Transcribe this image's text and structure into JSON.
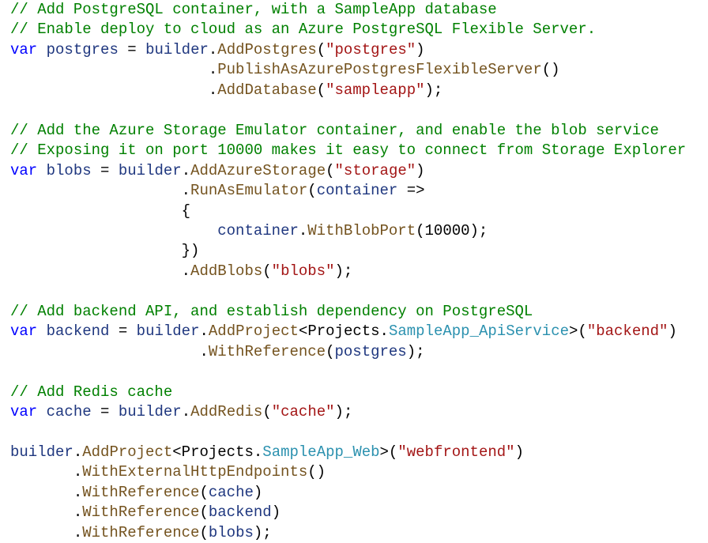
{
  "colors": {
    "comment": "#008000",
    "keyword": "#0000ff",
    "variable": "#1f377f",
    "method": "#74531f",
    "string": "#a31515",
    "type": "#2b91af",
    "plain": "#000000"
  },
  "code_lines": [
    [
      [
        "c",
        "// Add PostgreSQL container, with a SampleApp database"
      ]
    ],
    [
      [
        "c",
        "// Enable deploy to cloud as an Azure PostgreSQL Flexible Server."
      ]
    ],
    [
      [
        "k",
        "var"
      ],
      [
        "p",
        " "
      ],
      [
        "v",
        "postgres"
      ],
      [
        "p",
        " = "
      ],
      [
        "v",
        "builder"
      ],
      [
        "p",
        "."
      ],
      [
        "m",
        "AddPostgres"
      ],
      [
        "p",
        "("
      ],
      [
        "s",
        "\"postgres\""
      ],
      [
        "p",
        ")"
      ]
    ],
    [
      [
        "p",
        "                      ."
      ],
      [
        "m",
        "PublishAsAzurePostgresFlexibleServer"
      ],
      [
        "p",
        "()"
      ]
    ],
    [
      [
        "p",
        "                      ."
      ],
      [
        "m",
        "AddDatabase"
      ],
      [
        "p",
        "("
      ],
      [
        "s",
        "\"sampleapp\""
      ],
      [
        "p",
        ");"
      ]
    ],
    [],
    [
      [
        "c",
        "// Add the Azure Storage Emulator container, and enable the blob service"
      ]
    ],
    [
      [
        "c",
        "// Exposing it on port 10000 makes it easy to connect from Storage Explorer"
      ]
    ],
    [
      [
        "k",
        "var"
      ],
      [
        "p",
        " "
      ],
      [
        "v",
        "blobs"
      ],
      [
        "p",
        " = "
      ],
      [
        "v",
        "builder"
      ],
      [
        "p",
        "."
      ],
      [
        "m",
        "AddAzureStorage"
      ],
      [
        "p",
        "("
      ],
      [
        "s",
        "\"storage\""
      ],
      [
        "p",
        ")"
      ]
    ],
    [
      [
        "p",
        "                   ."
      ],
      [
        "m",
        "RunAsEmulator"
      ],
      [
        "p",
        "("
      ],
      [
        "v",
        "container"
      ],
      [
        "p",
        " =>"
      ]
    ],
    [
      [
        "p",
        "                   {"
      ]
    ],
    [
      [
        "p",
        "                       "
      ],
      [
        "v",
        "container"
      ],
      [
        "p",
        "."
      ],
      [
        "m",
        "WithBlobPort"
      ],
      [
        "p",
        "(10000);"
      ]
    ],
    [
      [
        "p",
        "                   })"
      ]
    ],
    [
      [
        "p",
        "                   ."
      ],
      [
        "m",
        "AddBlobs"
      ],
      [
        "p",
        "("
      ],
      [
        "s",
        "\"blobs\""
      ],
      [
        "p",
        ");"
      ]
    ],
    [],
    [
      [
        "c",
        "// Add backend API, and establish dependency on PostgreSQL"
      ]
    ],
    [
      [
        "k",
        "var"
      ],
      [
        "p",
        " "
      ],
      [
        "v",
        "backend"
      ],
      [
        "p",
        " = "
      ],
      [
        "v",
        "builder"
      ],
      [
        "p",
        "."
      ],
      [
        "m",
        "AddProject"
      ],
      [
        "p",
        "<Projects."
      ],
      [
        "t",
        "SampleApp_ApiService"
      ],
      [
        "p",
        ">("
      ],
      [
        "s",
        "\"backend\""
      ],
      [
        "p",
        ")"
      ]
    ],
    [
      [
        "p",
        "                     ."
      ],
      [
        "m",
        "WithReference"
      ],
      [
        "p",
        "("
      ],
      [
        "v",
        "postgres"
      ],
      [
        "p",
        ");"
      ]
    ],
    [],
    [
      [
        "c",
        "// Add Redis cache"
      ]
    ],
    [
      [
        "k",
        "var"
      ],
      [
        "p",
        " "
      ],
      [
        "v",
        "cache"
      ],
      [
        "p",
        " = "
      ],
      [
        "v",
        "builder"
      ],
      [
        "p",
        "."
      ],
      [
        "m",
        "AddRedis"
      ],
      [
        "p",
        "("
      ],
      [
        "s",
        "\"cache\""
      ],
      [
        "p",
        ");"
      ]
    ],
    [],
    [
      [
        "v",
        "builder"
      ],
      [
        "p",
        "."
      ],
      [
        "m",
        "AddProject"
      ],
      [
        "p",
        "<Projects."
      ],
      [
        "t",
        "SampleApp_Web"
      ],
      [
        "p",
        ">("
      ],
      [
        "s",
        "\"webfrontend\""
      ],
      [
        "p",
        ")"
      ]
    ],
    [
      [
        "p",
        "       ."
      ],
      [
        "m",
        "WithExternalHttpEndpoints"
      ],
      [
        "p",
        "()"
      ]
    ],
    [
      [
        "p",
        "       ."
      ],
      [
        "m",
        "WithReference"
      ],
      [
        "p",
        "("
      ],
      [
        "v",
        "cache"
      ],
      [
        "p",
        ")"
      ]
    ],
    [
      [
        "p",
        "       ."
      ],
      [
        "m",
        "WithReference"
      ],
      [
        "p",
        "("
      ],
      [
        "v",
        "backend"
      ],
      [
        "p",
        ")"
      ]
    ],
    [
      [
        "p",
        "       ."
      ],
      [
        "m",
        "WithReference"
      ],
      [
        "p",
        "("
      ],
      [
        "v",
        "blobs"
      ],
      [
        "p",
        ");"
      ]
    ]
  ]
}
